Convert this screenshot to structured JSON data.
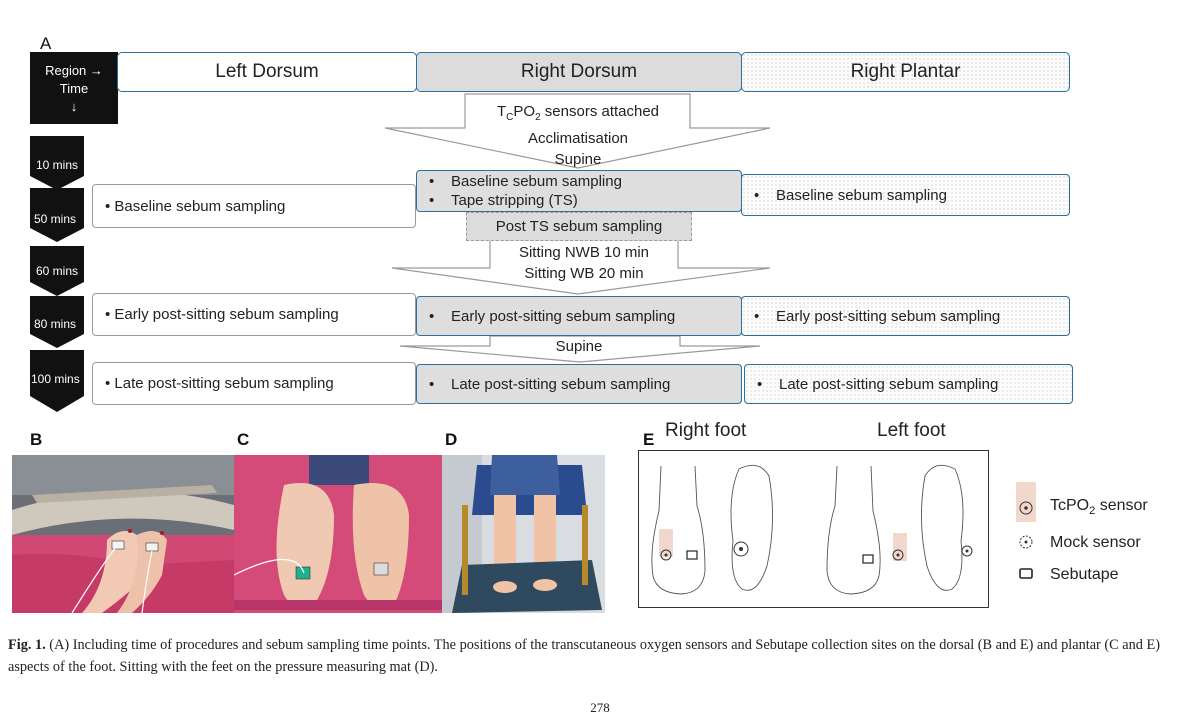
{
  "panels": {
    "a": "A",
    "b": "B",
    "c": "C",
    "d": "D",
    "e": "E"
  },
  "region_time": {
    "line1": "Region →",
    "line2": "Time",
    "line3": "↓"
  },
  "headers": {
    "left": "Left Dorsum",
    "mid": "Right Dorsum",
    "right": "Right Plantar"
  },
  "times": [
    "10 mins",
    "50 mins",
    "60 mins",
    "80 mins",
    "100 mins"
  ],
  "arrow1": {
    "l1a": "T",
    "l1sub": "C",
    "l1b": "PO",
    "l1sub2": "2",
    "l1c": " sensors attached",
    "l2": "Acclimatisation",
    "l3": "Supine"
  },
  "row_baseline": {
    "left": "• Baseline sebum sampling",
    "mid1": "Baseline sebum sampling",
    "mid2": "Tape stripping (TS)",
    "right": "Baseline sebum sampling"
  },
  "post_ts": "Post TS sebum sampling",
  "arrow2": {
    "l1": "Sitting NWB 10 min",
    "l2": "Sitting WB 20 min"
  },
  "row_early": {
    "left": "• Early post-sitting sebum sampling",
    "mid": "Early post-sitting sebum sampling",
    "right": "Early post-sitting sebum sampling"
  },
  "arrow3": "Supine",
  "row_late": {
    "left": "• Late post-sitting sebum sampling",
    "mid": "Late post-sitting sebum sampling",
    "right": "Late post-sitting sebum sampling"
  },
  "bullet": "•",
  "feet": {
    "right": "Right foot",
    "left": "Left foot"
  },
  "legend": {
    "sensor_a": "TcPO",
    "sensor_sub": "2",
    "sensor_b": " sensor",
    "mock": "Mock sensor",
    "tape": "Sebutape"
  },
  "caption": {
    "label": "Fig. 1.",
    "text": "  (A) Including time of procedures and sebum sampling time points. The positions of the transcutaneous oxygen sensors and Sebutape collection sites on the dorsal (B and E) and plantar (C and E) aspects of the foot. Sitting with the feet on the pressure measuring mat (D)."
  },
  "page_number": "278",
  "colors": {
    "accent": "#2b6f9c",
    "grey_box": "#dedede",
    "chevron": "#111111",
    "mat": "#2f4a5f",
    "pink": "#c93d6d"
  }
}
